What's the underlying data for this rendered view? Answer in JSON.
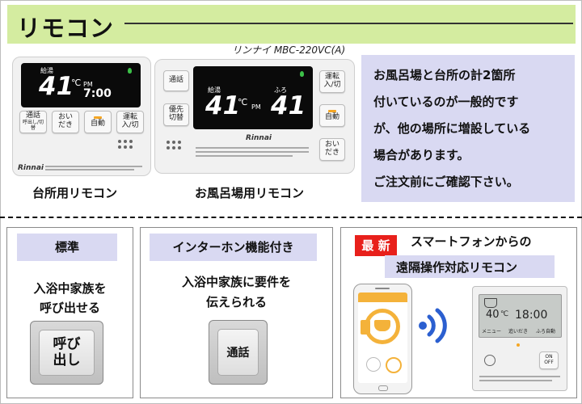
{
  "header": {
    "title": "リモコン"
  },
  "model": "リンナイ MBC-220VC(A)",
  "kitchen_remote": {
    "caption": "台所用リモコン",
    "screen": {
      "label_kyuto": "給湯",
      "temp": "41",
      "unit": "℃",
      "time": "7:00",
      "ampm": "PM"
    },
    "buttons": {
      "tsuwa": "通話",
      "tsuwa_sub": "呼出し/切替",
      "oidaki": "おい\nだき",
      "jido": "自動",
      "unten": "運転\n入/切"
    },
    "brand": "Rinnai"
  },
  "bath_remote": {
    "caption": "お風呂場用リモコン",
    "screen": {
      "label_kyuto": "給湯",
      "temp_left": "41",
      "unit": "℃",
      "label_furo": "ふろ",
      "temp_right": "41",
      "ampm": "PM"
    },
    "buttons": {
      "tsuwa": "通話",
      "yusen": "優先\n切替",
      "unten": "運転\n入/切",
      "jido": "自動",
      "oidaki": "おい\nだき"
    },
    "brand": "Rinnai"
  },
  "info": {
    "lines": [
      "お風呂場と台所の計2箇所",
      "付いているのが一般的です",
      "が、他の場所に増設している",
      "場合があります。",
      "ご注文前にご確認下さい。"
    ]
  },
  "cards": {
    "standard": {
      "chip": "標準",
      "text_1": "入浴中家族を",
      "text_2": "呼び出せる",
      "button_label_1": "呼び",
      "button_label_2": "出し"
    },
    "intercom": {
      "chip": "インターホン機能付き",
      "text_1": "入浴中家族に要件を",
      "text_2": "伝えられる",
      "button_label": "通話"
    },
    "smart": {
      "badge": "最 新",
      "title_1": "スマートフォンからの",
      "title_2": "遠隔操作対応リモコン",
      "remote_screen": {
        "temp": "40",
        "unit": "℃",
        "time": "18:00",
        "menu_1": "メニュー",
        "menu_2": "追いだき",
        "menu_3": "ふろ自動"
      },
      "on_off": "ON\nOFF"
    }
  },
  "colors": {
    "header_bg": "#d4eca0",
    "chip_bg": "#d9d9f2",
    "badge_red": "#e8201b",
    "wifi_blue": "#2b5fd0"
  }
}
